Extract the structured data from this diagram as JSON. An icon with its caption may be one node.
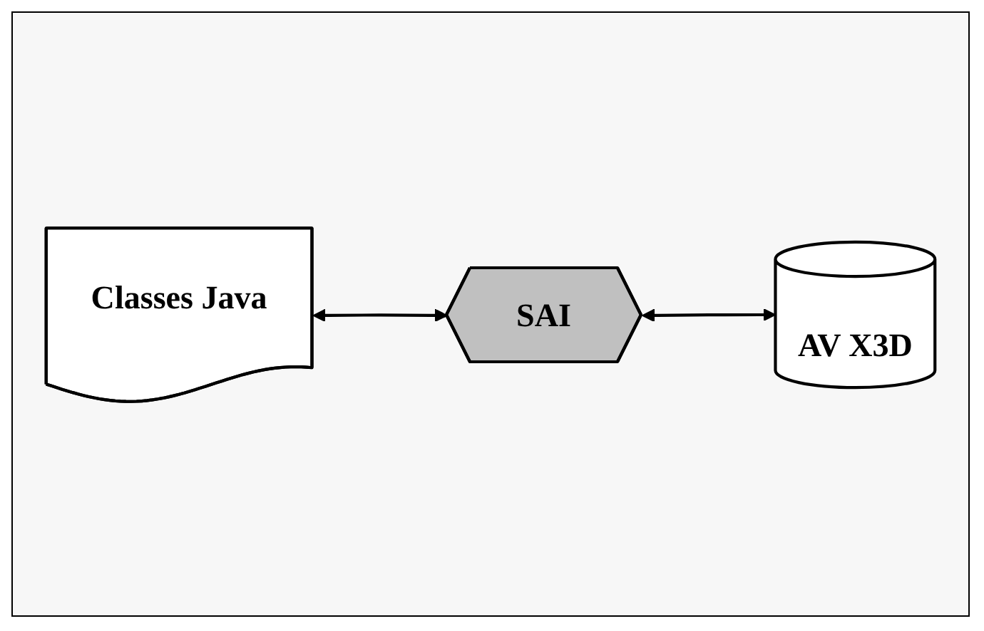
{
  "diagram": {
    "nodes": [
      {
        "text": [
          "Classes Java"
        ]
      },
      {
        "text": [
          "SAI"
        ]
      },
      {
        "text": [
          "AV X3D"
        ]
      }
    ],
    "edges": [
      {
        "from": 0,
        "to": 1,
        "arrow": "both"
      },
      {
        "from": 1,
        "to": 2,
        "arrow": "both"
      }
    ]
  }
}
